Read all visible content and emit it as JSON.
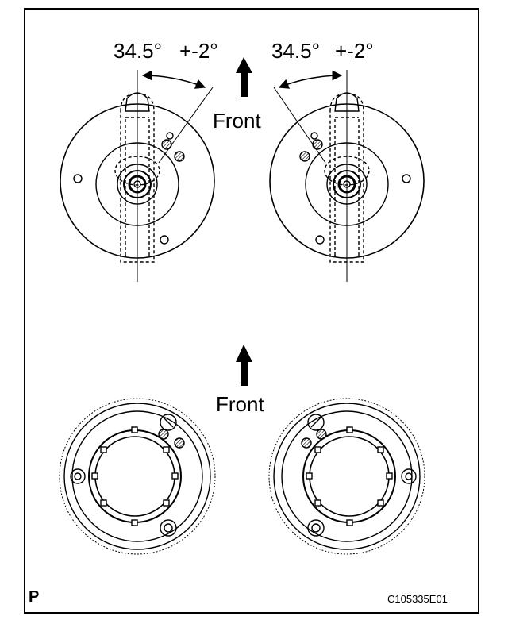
{
  "top_left": {
    "angle": "34.5°",
    "tolerance": "+-2°"
  },
  "top_right": {
    "angle": "34.5°",
    "tolerance": "+-2°"
  },
  "front_top": "Front",
  "front_bottom": "Front",
  "corner_mark": "P",
  "figure_code": "C105335E01",
  "colors": {
    "line": "#000000",
    "background": "#ffffff"
  }
}
